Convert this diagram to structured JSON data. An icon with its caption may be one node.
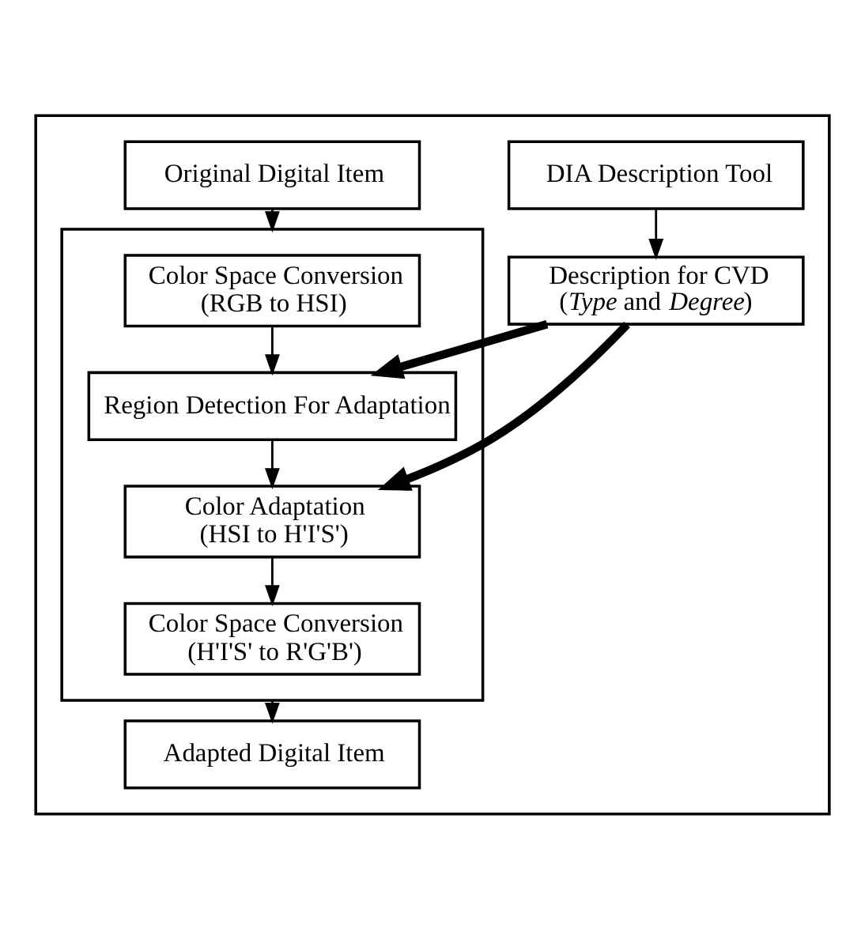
{
  "diagram": {
    "nodes": [
      {
        "text": [],
        "shape": "box"
      },
      {
        "text": [
          "DIA Description Tool"
        ],
        "in": 0
      },
      {
        "text": [
          "Original Digital Item"
        ],
        "in": 0
      },
      {
        "text": [
          "Description for CVD",
          "(*Type* and *Degree*)"
        ],
        "in": 0
      },
      {
        "text": [],
        "shape": "box",
        "in": 0
      },
      {
        "text": [
          "Color Space Conversion",
          "(RGB to HSI)"
        ],
        "in": 4
      },
      {
        "text": [
          "Region Detection For Adaptation"
        ],
        "in": 4
      },
      {
        "text": [
          "Color Adaptation",
          "(HSI to H'I'S')"
        ],
        "in": 4
      },
      {
        "text": [
          "Color Space Conversion",
          "(H'I'S' to R'G'B')"
        ],
        "in": 4
      },
      {
        "text": [
          "Adapted Digital Item"
        ],
        "in": 0
      }
    ],
    "edges": [
      {
        "from": 1,
        "to": 3,
        "arrow": "to"
      },
      {
        "from": 2,
        "to": 4,
        "arrow": "to"
      },
      {
        "from": 5,
        "to": 6,
        "arrow": "to"
      },
      {
        "from": 3,
        "to": 6,
        "arrow": "to",
        "style": "thick"
      },
      {
        "from": 6,
        "to": 7,
        "arrow": "to"
      },
      {
        "from": 3,
        "to": 7,
        "arrow": "to",
        "style": "thick"
      },
      {
        "from": 7,
        "to": 8,
        "arrow": "to"
      },
      {
        "from": 4,
        "to": 9,
        "arrow": "to"
      }
    ]
  }
}
